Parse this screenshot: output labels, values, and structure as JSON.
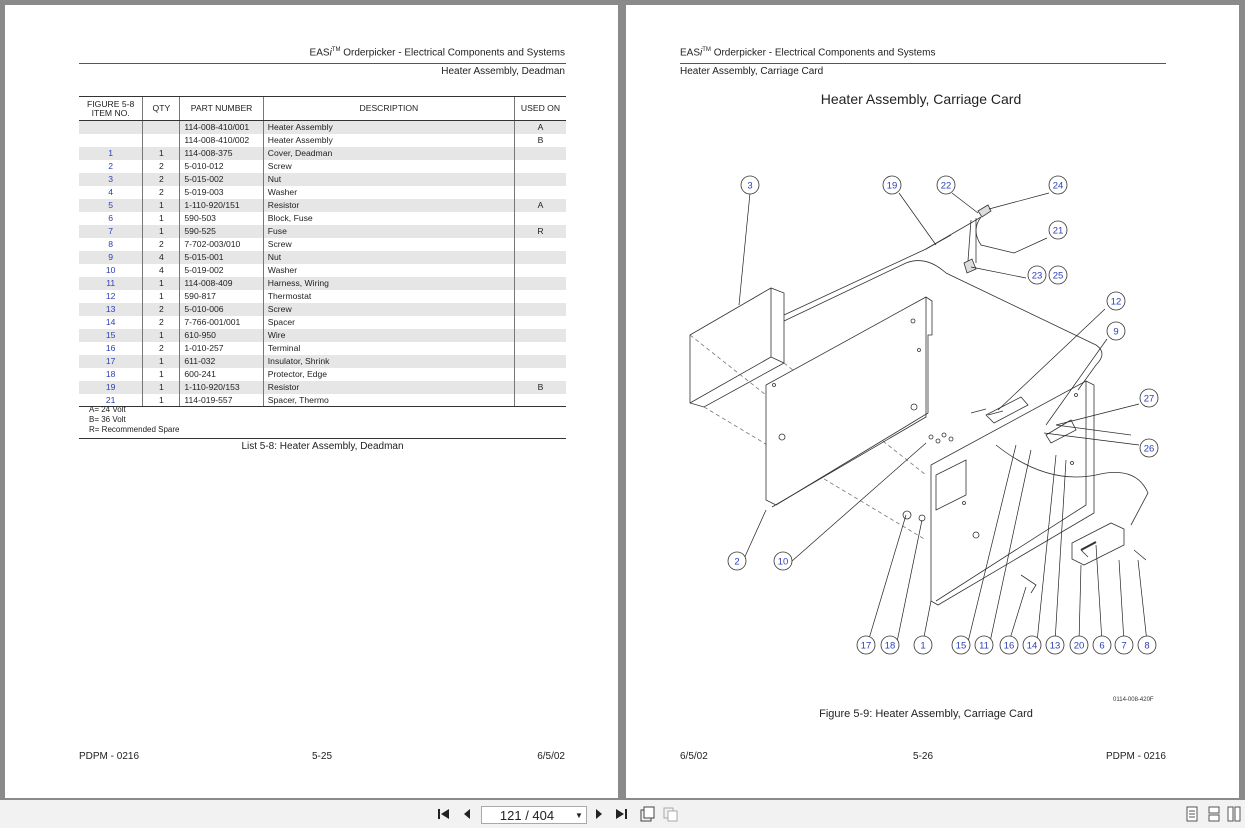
{
  "left_page": {
    "header_line1_pre": "EAS",
    "header_line1_i": "i",
    "header_line1_tm": "TM",
    "header_line1_post": " Orderpicker - Electrical Components and Systems",
    "header_line2": "Heater Assembly, Deadman",
    "table": {
      "headers": {
        "item": "FIGURE 5-8 ITEM NO.",
        "qty": "QTY",
        "part": "PART NUMBER",
        "desc": "DESCRIPTION",
        "used": "USED ON"
      },
      "rows": [
        {
          "item": "",
          "qty": "",
          "part": "114-008-410/001",
          "desc": "Heater Assembly",
          "used": "A"
        },
        {
          "item": "",
          "qty": "",
          "part": "114-008-410/002",
          "desc": "Heater Assembly",
          "used": "B"
        },
        {
          "item": "1",
          "qty": "1",
          "part": "114-008-375",
          "desc": "Cover, Deadman",
          "used": ""
        },
        {
          "item": "2",
          "qty": "2",
          "part": "5-010-012",
          "desc": "Screw",
          "used": ""
        },
        {
          "item": "3",
          "qty": "2",
          "part": "5-015-002",
          "desc": "Nut",
          "used": ""
        },
        {
          "item": "4",
          "qty": "2",
          "part": "5-019-003",
          "desc": "Washer",
          "used": ""
        },
        {
          "item": "5",
          "qty": "1",
          "part": "1-110-920/151",
          "desc": "Resistor",
          "used": "A"
        },
        {
          "item": "6",
          "qty": "1",
          "part": "590-503",
          "desc": "Block, Fuse",
          "used": ""
        },
        {
          "item": "7",
          "qty": "1",
          "part": "590-525",
          "desc": "Fuse",
          "used": "R"
        },
        {
          "item": "8",
          "qty": "2",
          "part": "7-702-003/010",
          "desc": "Screw",
          "used": ""
        },
        {
          "item": "9",
          "qty": "4",
          "part": "5-015-001",
          "desc": "Nut",
          "used": ""
        },
        {
          "item": "10",
          "qty": "4",
          "part": "5-019-002",
          "desc": "Washer",
          "used": ""
        },
        {
          "item": "11",
          "qty": "1",
          "part": "114-008-409",
          "desc": "Harness, Wiring",
          "used": ""
        },
        {
          "item": "12",
          "qty": "1",
          "part": "590-817",
          "desc": "Thermostat",
          "used": ""
        },
        {
          "item": "13",
          "qty": "2",
          "part": "5-010-006",
          "desc": "Screw",
          "used": ""
        },
        {
          "item": "14",
          "qty": "2",
          "part": "7-766-001/001",
          "desc": "Spacer",
          "used": ""
        },
        {
          "item": "15",
          "qty": "1",
          "part": "610-950",
          "desc": "Wire",
          "used": ""
        },
        {
          "item": "16",
          "qty": "2",
          "part": "1-010-257",
          "desc": "Terminal",
          "used": ""
        },
        {
          "item": "17",
          "qty": "1",
          "part": "611-032",
          "desc": "Insulator, Shrink",
          "used": ""
        },
        {
          "item": "18",
          "qty": "1",
          "part": "600-241",
          "desc": "Protector, Edge",
          "used": ""
        },
        {
          "item": "19",
          "qty": "1",
          "part": "1-110-920/153",
          "desc": "Resistor",
          "used": "B"
        },
        {
          "item": "21",
          "qty": "1",
          "part": "114-019-557",
          "desc": "Spacer, Thermo",
          "used": ""
        }
      ]
    },
    "legend": [
      "A= 24 Volt",
      "B= 36 Volt",
      "R= Recommended Spare"
    ],
    "caption": "List 5-8:  Heater Assembly, Deadman",
    "footer_left": "PDPM - 0216",
    "footer_center": "5-25",
    "footer_right": "6/5/02"
  },
  "right_page": {
    "header_line1_pre": "EAS",
    "header_line1_i": "i",
    "header_line1_tm": "TM",
    "header_line1_post": " Orderpicker - Electrical Components and Systems",
    "header_line2": "Heater Assembly, Carriage Card",
    "figure_title": "Heater Assembly, Carriage Card",
    "callouts": [
      "3",
      "19",
      "22",
      "24",
      "21",
      "23",
      "25",
      "12",
      "9",
      "27",
      "26",
      "2",
      "10",
      "17",
      "18",
      "1",
      "15",
      "11",
      "16",
      "14",
      "13",
      "20",
      "6",
      "7",
      "8"
    ],
    "drawing_id": "0114-008-420F",
    "caption": "Figure 5-9:  Heater Assembly, Carriage Card",
    "footer_left": "6/5/02",
    "footer_center": "5-26",
    "footer_right": "PDPM - 0216"
  },
  "toolbar": {
    "page_value": "121 / 404",
    "icons": [
      "first-page-icon",
      "prev-page-icon",
      "next-page-icon",
      "last-page-icon",
      "single-page-view-icon",
      "two-page-view-icon",
      "continuous-view-icon",
      "facing-view-icon",
      "fit-width-icon"
    ]
  }
}
